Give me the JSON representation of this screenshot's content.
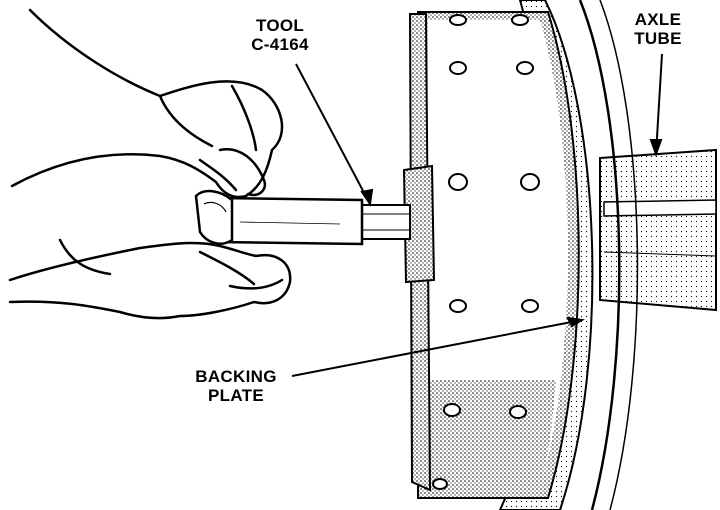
{
  "labels": {
    "tool": {
      "line1": "TOOL",
      "line2": "C-4164"
    },
    "axle_tube": {
      "line1": "AXLE",
      "line2": "TUBE"
    },
    "backing_plate": {
      "line1": "BACKING",
      "line2": "PLATE"
    }
  },
  "colors": {
    "ink": "#000000",
    "paper": "#ffffff",
    "shade": "#8a8a8a"
  }
}
